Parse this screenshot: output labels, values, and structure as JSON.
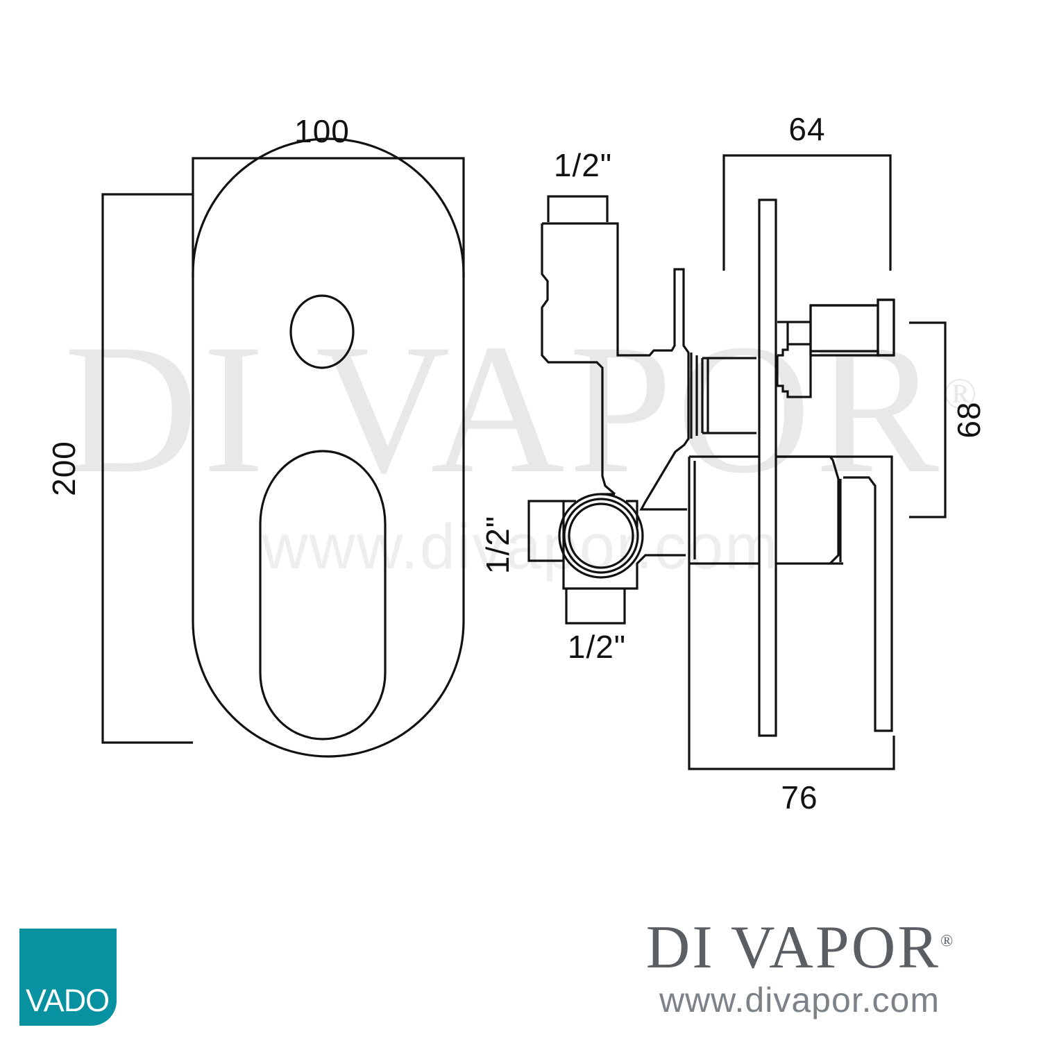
{
  "document": {
    "type": "technical-dimension-drawing",
    "product": "Concealed shower mixer valve with diverter"
  },
  "watermark": {
    "brand": "DI VAPOR",
    "registered_mark": "®",
    "url": "www.divapor.com"
  },
  "dimensions": {
    "front_width": "100",
    "front_height": "200",
    "side_plate_width": "64",
    "side_knob_height": "68",
    "side_total_depth": "76",
    "inlet_top": "1/2\"",
    "outlet_left": "1/2\"",
    "outlet_bottom": "1/2\""
  },
  "views": {
    "front": {
      "label": "front-elevation",
      "plate_shape": "rounded-oval-plate",
      "diverter_button": "small-circle",
      "lever_handle": "rounded-rectangle"
    },
    "side": {
      "label": "side-section",
      "parts": [
        "inlet-pipe",
        "valve-body",
        "wall-plate",
        "diverter-knob",
        "lever-handle",
        "outlet-port"
      ]
    }
  },
  "footer": {
    "manufacturer_logo": "VADO",
    "brand_name": "DI VAPOR",
    "brand_registered": "®",
    "brand_url": "www.divapor.com"
  },
  "colors": {
    "line": "#111111",
    "watermark": "#e8e8e8",
    "vado_teal": "#0891a0",
    "brand_gray": "#5b5f63",
    "brand_url_gray": "#7c8288"
  }
}
